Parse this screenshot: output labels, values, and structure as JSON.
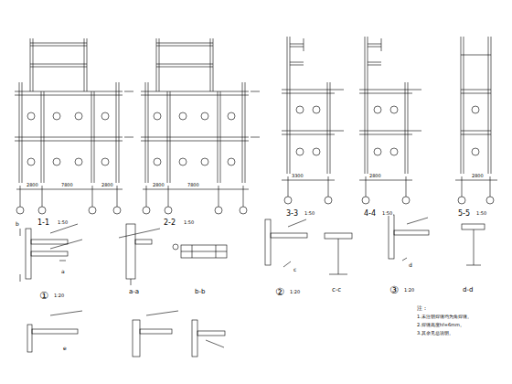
{
  "diagram": {
    "labels": [
      "1-1",
      "1:50",
      "2-2",
      "1:50",
      "3-3",
      "1:50",
      "4-4",
      "1:50",
      "5-5",
      "1:50",
      "2800",
      "7800",
      "2800",
      "2800",
      "7800",
      "3300",
      "2800",
      "2800",
      "①",
      "1:20",
      "a-a",
      "b-b",
      "②",
      "1:20",
      "c-c",
      "③",
      "1:20",
      "d-d",
      "b",
      "a",
      "c",
      "d",
      "e",
      "注：",
      "1.未注明焊缝均为角焊缝。",
      "2.焊缝高度hf=6mm。",
      "3.其余见总说明。"
    ]
  }
}
